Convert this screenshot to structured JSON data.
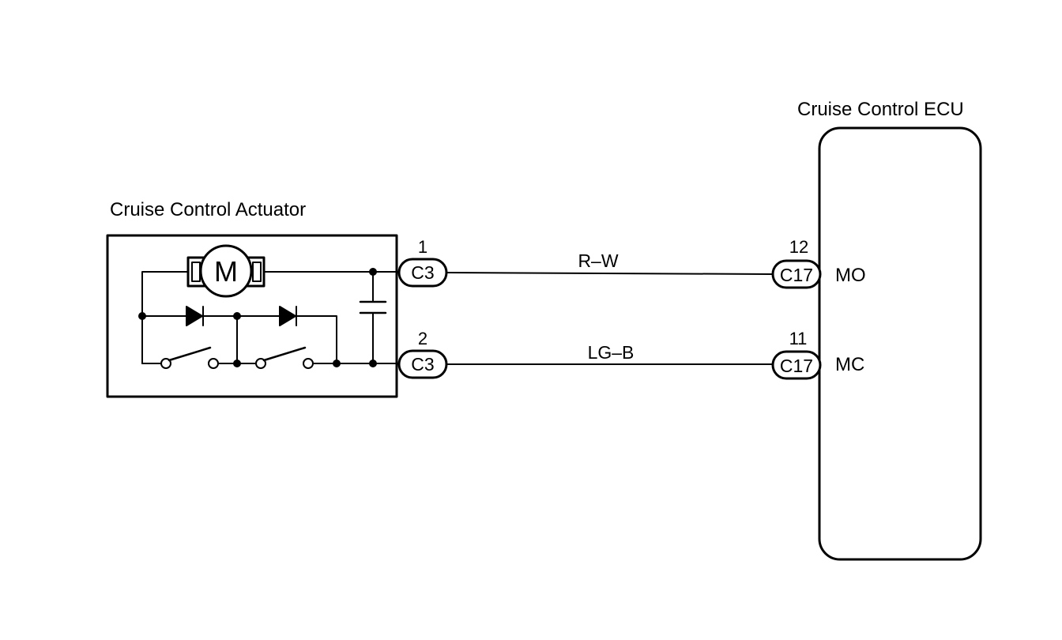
{
  "actuator": {
    "title": "Cruise Control Actuator",
    "motor_label": "M"
  },
  "ecu": {
    "title": "Cruise Control ECU"
  },
  "circuits": [
    {
      "actuator_pin": "1",
      "actuator_connector": "C3",
      "wire_color": "R–W",
      "ecu_pin": "12",
      "ecu_connector": "C17",
      "ecu_terminal": "MO"
    },
    {
      "actuator_pin": "2",
      "actuator_connector": "C3",
      "wire_color": "LG–B",
      "ecu_pin": "11",
      "ecu_connector": "C17",
      "ecu_terminal": "MC"
    }
  ],
  "colors": {
    "ink": "#000000",
    "background": "#ffffff"
  }
}
